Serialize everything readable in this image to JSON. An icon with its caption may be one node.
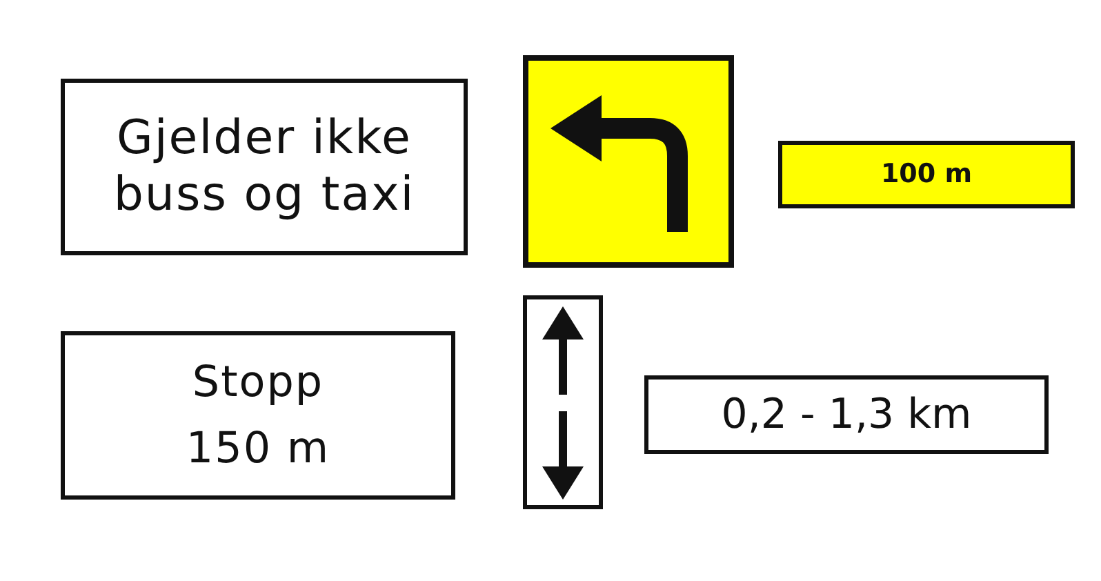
{
  "diagram": {
    "nodes": [
      {
        "text": [
          "Gjelder ikke buss og taxi"
        ]
      },
      {
        "text": [],
        "shape": "box"
      },
      {
        "text": [
          "100 m"
        ]
      },
      {
        "text": [
          "Stopp",
          "150 m"
        ]
      },
      {
        "text": [],
        "shape": "box"
      },
      {
        "text": [
          "0,2 - 1,3 km"
        ]
      }
    ]
  }
}
